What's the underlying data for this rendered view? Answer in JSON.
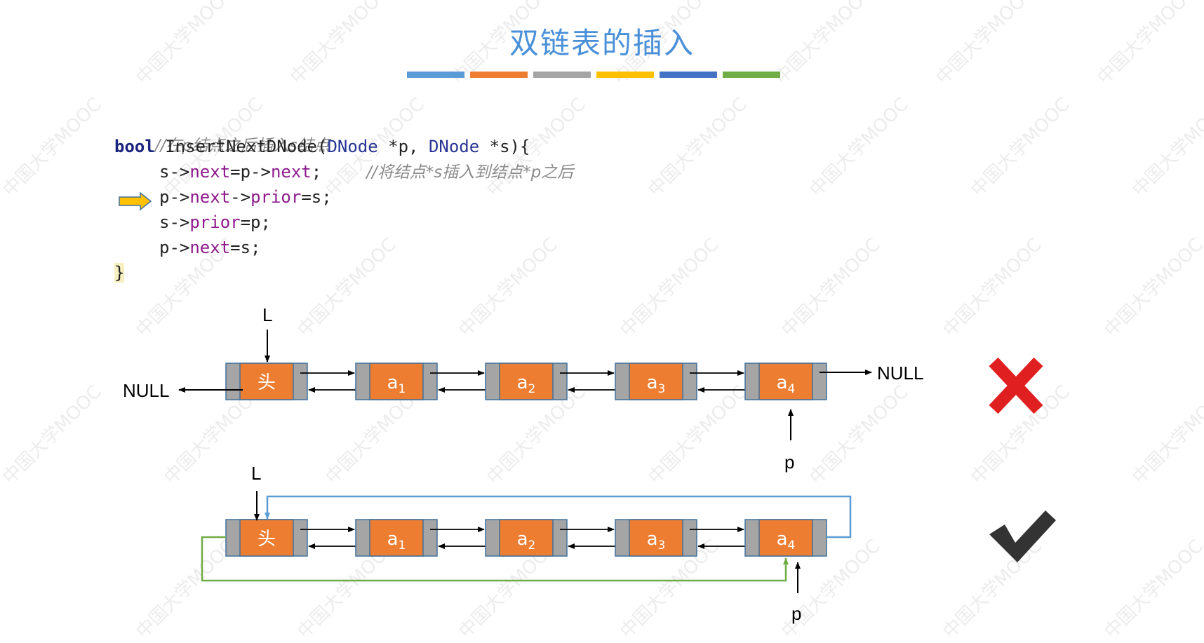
{
  "title": "双链表的插入",
  "color_bars": [
    "#5b9bd5",
    "#ed7d31",
    "#a5a5a5",
    "#ffc000",
    "#4472c4",
    "#70ad47"
  ],
  "code": {
    "comment_line": "//在p结点之后插入s结点",
    "kw_bool": "bool",
    "fn_name": " InsertNextDNode(",
    "type1": "DNode",
    "param1": " *p, ",
    "type2": "DNode",
    "param2": " *s){",
    "l2_a": "s->",
    "l2_next1": "next",
    "l2_b": "=p->",
    "l2_next2": "next",
    "l2_c": ";",
    "l2_comment": "//将结点*s插入到结点*p之后",
    "l3_a": "p->",
    "l3_next": "next",
    "l3_b": "->",
    "l3_prior": "prior",
    "l3_c": "=s;",
    "l4_a": "s->",
    "l4_prior": "prior",
    "l4_b": "=p;",
    "l5_a": "p->",
    "l5_next": "next",
    "l5_b": "=s;",
    "closing": "}",
    "highlight_color": "#ffc000"
  },
  "diagram1": {
    "head_pointer_label": "L",
    "left_null": "NULL",
    "right_null": "NULL",
    "p_label": "p",
    "verdict": "✗",
    "verdict_color": "#e02020"
  },
  "diagram2": {
    "head_pointer_label": "L",
    "p_label": "p",
    "verdict": "✓",
    "verdict_color": "#333333",
    "loop_blue": "#5b9bd5",
    "loop_green": "#70ad47"
  },
  "nodes": {
    "head": "头",
    "items": [
      {
        "base": "a",
        "sub": "1"
      },
      {
        "base": "a",
        "sub": "2"
      },
      {
        "base": "a",
        "sub": "3"
      },
      {
        "base": "a",
        "sub": "4"
      }
    ]
  },
  "node_colors": {
    "body": "#ed7d31",
    "pointer_cell": "#a5a5a5",
    "border": "#41719c"
  },
  "watermark": "中国大学MOOC"
}
